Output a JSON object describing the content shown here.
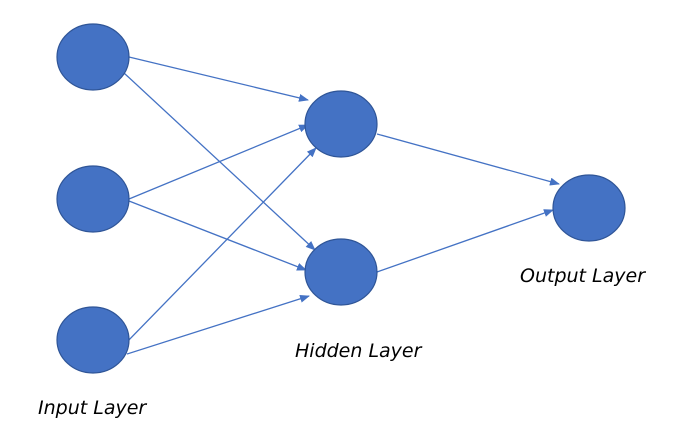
{
  "diagram": {
    "labels": {
      "input": "Input Layer",
      "hidden": "Hidden Layer",
      "output": "Output Layer"
    },
    "layers": [
      {
        "id": "input",
        "nodes": 3
      },
      {
        "id": "hidden",
        "nodes": 2
      },
      {
        "id": "output",
        "nodes": 1
      }
    ],
    "colors": {
      "node_fill": "#4472c4",
      "node_stroke": "#2f5597",
      "edge": "#4472c4",
      "label_text": "#000000",
      "background": "#ffffff"
    }
  }
}
